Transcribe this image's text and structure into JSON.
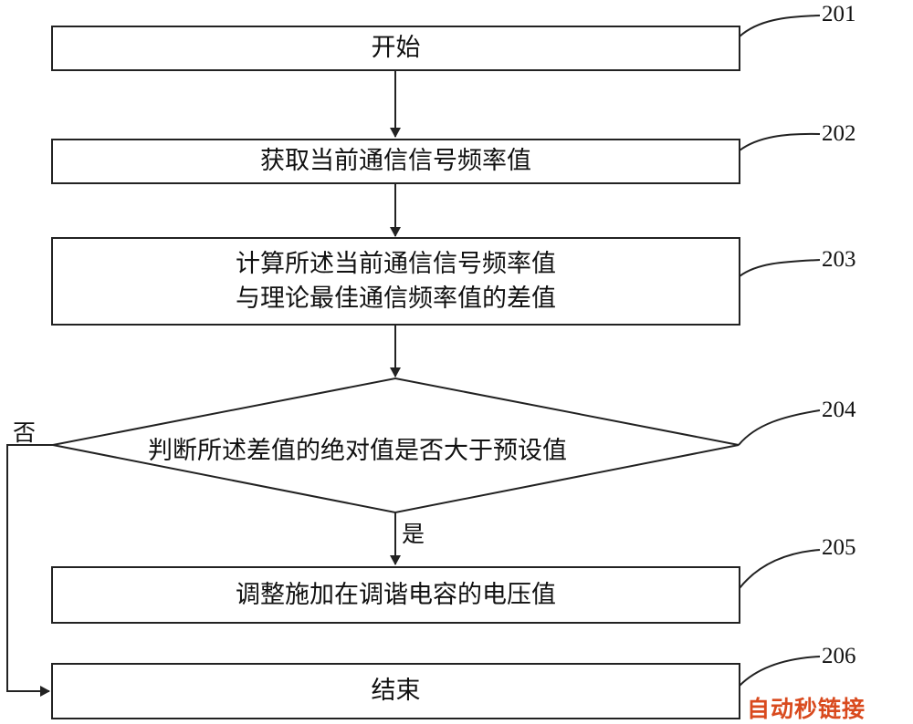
{
  "steps": {
    "s201": {
      "ref": "201",
      "text": "开始"
    },
    "s202": {
      "ref": "202",
      "text": "获取当前通信信号频率值"
    },
    "s203": {
      "ref": "203",
      "line1": "计算所述当前通信信号频率值",
      "line2": "与理论最佳通信频率值的差值"
    },
    "s204": {
      "ref": "204",
      "text": "判断所述差值的绝对值是否大于预设值"
    },
    "s205": {
      "ref": "205",
      "text": "调整施加在调谐电容的电压值"
    },
    "s206": {
      "ref": "206",
      "text": "结束"
    }
  },
  "branches": {
    "yes": "是",
    "no": "否"
  },
  "watermark": "自动秒链接"
}
